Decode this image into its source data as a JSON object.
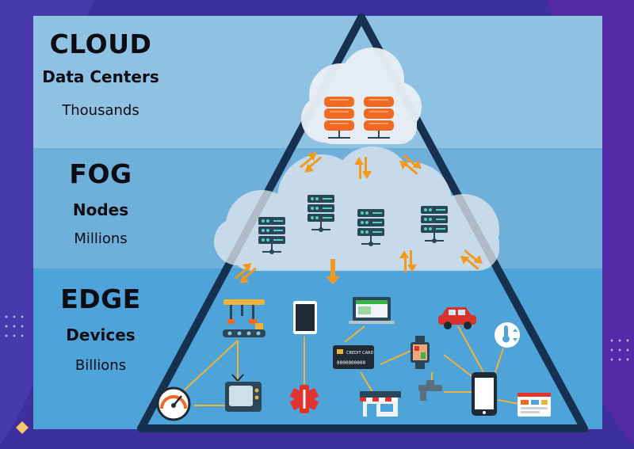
{
  "tiers": {
    "cloud": {
      "title": "CLOUD",
      "subtitle": "Data Centers",
      "count": "Thousands"
    },
    "fog": {
      "title": "FOG",
      "subtitle": "Nodes",
      "count": "Millions"
    },
    "edge": {
      "title": "EDGE",
      "subtitle": "Devices",
      "count": "Billions"
    }
  },
  "icons": {
    "pos_card_label": "CREDIT CARD",
    "pos_card_number": "0000000000"
  },
  "colors": {
    "background": "#3d2f9c",
    "cloud_band": "#8ec1e2",
    "fog_band": "#6fb0da",
    "edge_band": "#4ea3d8",
    "pyramid_outline": "#16314f",
    "arrow": "#f39a1e",
    "connector": "#f0b33a",
    "server_dark": "#2b4559",
    "server_light": "#4fd1c5",
    "database": "#f26a21"
  }
}
